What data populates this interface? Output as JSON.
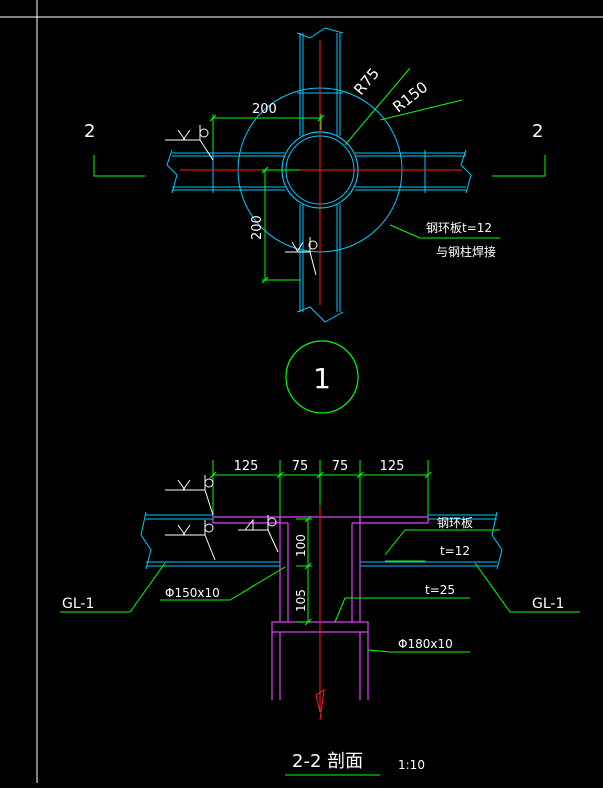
{
  "colors": {
    "background": "#000000",
    "frame": "#ffffff",
    "member": "#00c8ff",
    "plate": "#e040ff",
    "centerline": "#ff2020",
    "dimension": "#00ff00",
    "text": "#ffffff"
  },
  "plan": {
    "section_mark_left": "2",
    "section_mark_right": "2",
    "dim_horizontal": "200",
    "dim_vertical": "200",
    "radius_inner": "R75",
    "radius_outer": "R150",
    "note_line1": "钢环板t=12",
    "note_line2": "与钢柱焊接",
    "detail_number": "1"
  },
  "section": {
    "dims_top": [
      "125",
      "75",
      "75",
      "125"
    ],
    "dim_upper": "100",
    "dim_lower": "105",
    "label_ring_plate": "钢环板",
    "label_t12": "t=12",
    "label_t25": "t=25",
    "label_beam_left": "GL-1",
    "label_beam_right": "GL-1",
    "label_pipe_small": "Φ150x10",
    "label_pipe_large": "Φ180x10",
    "title": "2-2 剖面",
    "scale": "1:10"
  }
}
